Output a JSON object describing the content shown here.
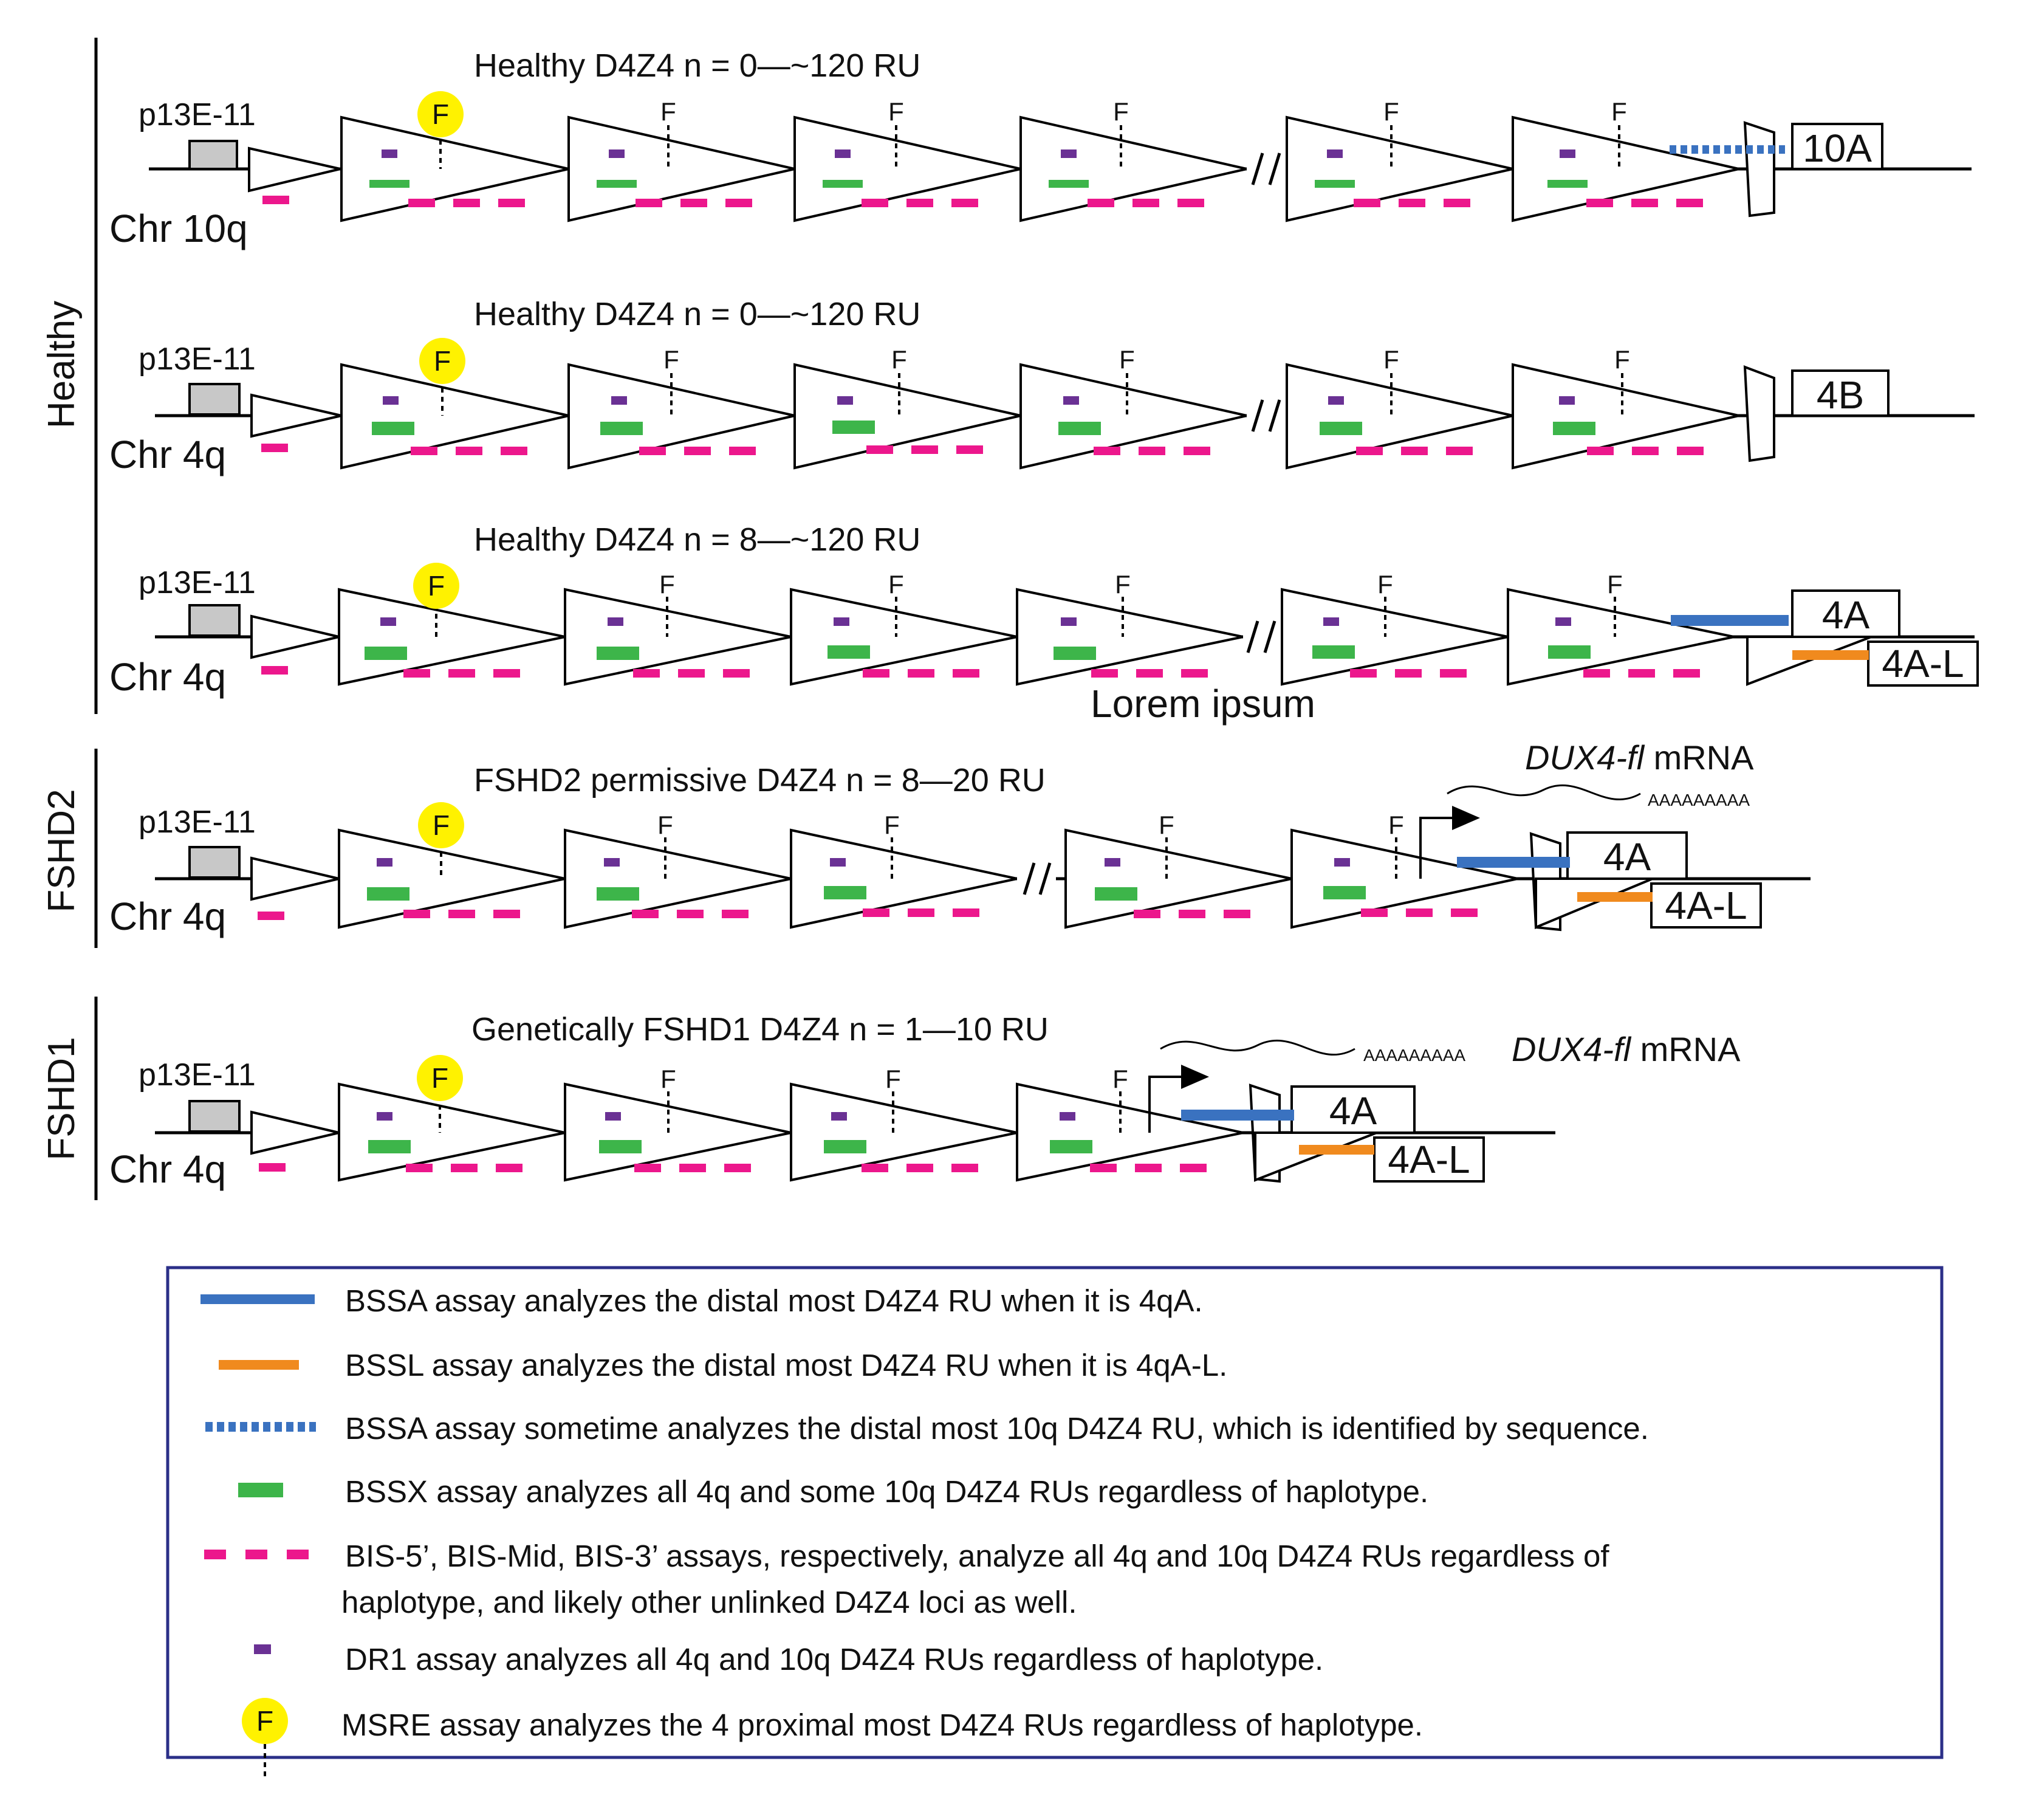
{
  "sections": [
    {
      "label": "Healthy"
    },
    {
      "label": "FSHD2"
    },
    {
      "label": "FSHD1"
    }
  ],
  "rows": [
    {
      "title": "Healthy D4Z4 n = 0—~120 RU",
      "probe": "p13E-11",
      "chromosome": "Chr 10q",
      "haplotype": "10A",
      "haplotype_l": "",
      "mrna_label": "",
      "polya": ""
    },
    {
      "title": "Healthy D4Z4 n = 0—~120 RU",
      "probe": "p13E-11",
      "chromosome": "Chr 4q",
      "haplotype": "4B",
      "haplotype_l": "",
      "mrna_label": "",
      "polya": ""
    },
    {
      "title": "Healthy D4Z4 n = 8—~120 RU",
      "probe": "p13E-11",
      "chromosome": "Chr 4q",
      "haplotype": "4A",
      "haplotype_l": "4A-L",
      "mrna_label": "",
      "polya": ""
    },
    {
      "title": "FSHD2 permissive D4Z4 n = 8—20 RU",
      "probe": "p13E-11",
      "chromosome": "Chr 4q",
      "haplotype": "4A",
      "haplotype_l": "4A-L",
      "mrna_label": "DUX4-fl",
      "polya": "AAAAAAAAA"
    },
    {
      "title": "Genetically FSHD1 D4Z4 n = 1—10 RU",
      "probe": "p13E-11",
      "chromosome": "Chr 4q",
      "haplotype": "4A",
      "haplotype_l": "4A-L",
      "mrna_label": "DUX4-fl",
      "polya": "AAAAAAAAA"
    }
  ],
  "overlay_text": "Lorem ipsum",
  "f_site_label": "F",
  "mrna_suffix": " mRNA",
  "legend": [
    {
      "style": "blue-solid",
      "text": "BSSA assay analyzes the distal most D4Z4 RU when it is 4qA."
    },
    {
      "style": "orange-solid",
      "text": "BSSL assay analyzes the distal most D4Z4 RU when it is 4qA-L."
    },
    {
      "style": "blue-dotted",
      "text": "BSSA assay sometime analyzes the distal most 10q D4Z4 RU, which is identified by sequence."
    },
    {
      "style": "green-bar",
      "text": "BSSX assay analyzes all 4q and some 10q D4Z4 RUs regardless of haplotype."
    },
    {
      "style": "magenta-dashed",
      "text": "BIS-5’, BIS-Mid, BIS-3’ assays, respectively, analyze all 4q and 10q D4Z4 RUs regardless of",
      "text2": "haplotype, and likely other unlinked D4Z4 loci as well."
    },
    {
      "style": "purple-dot",
      "text": "DR1 assay analyzes all 4q and 10q D4Z4 RUs regardless of haplotype."
    },
    {
      "style": "f-circle",
      "symbol": "F",
      "text": "MSRE assay analyzes the 4 proximal most D4Z4 RUs regardless of haplotype."
    }
  ],
  "colors": {
    "blue": "#3a72c0",
    "orange": "#f08a1e",
    "green": "#3db54a",
    "magenta": "#ec178c",
    "purple": "#6a3194",
    "yellow": "#fff200",
    "grey": "#c8c8c8",
    "legend_border": "#2b2f88"
  }
}
